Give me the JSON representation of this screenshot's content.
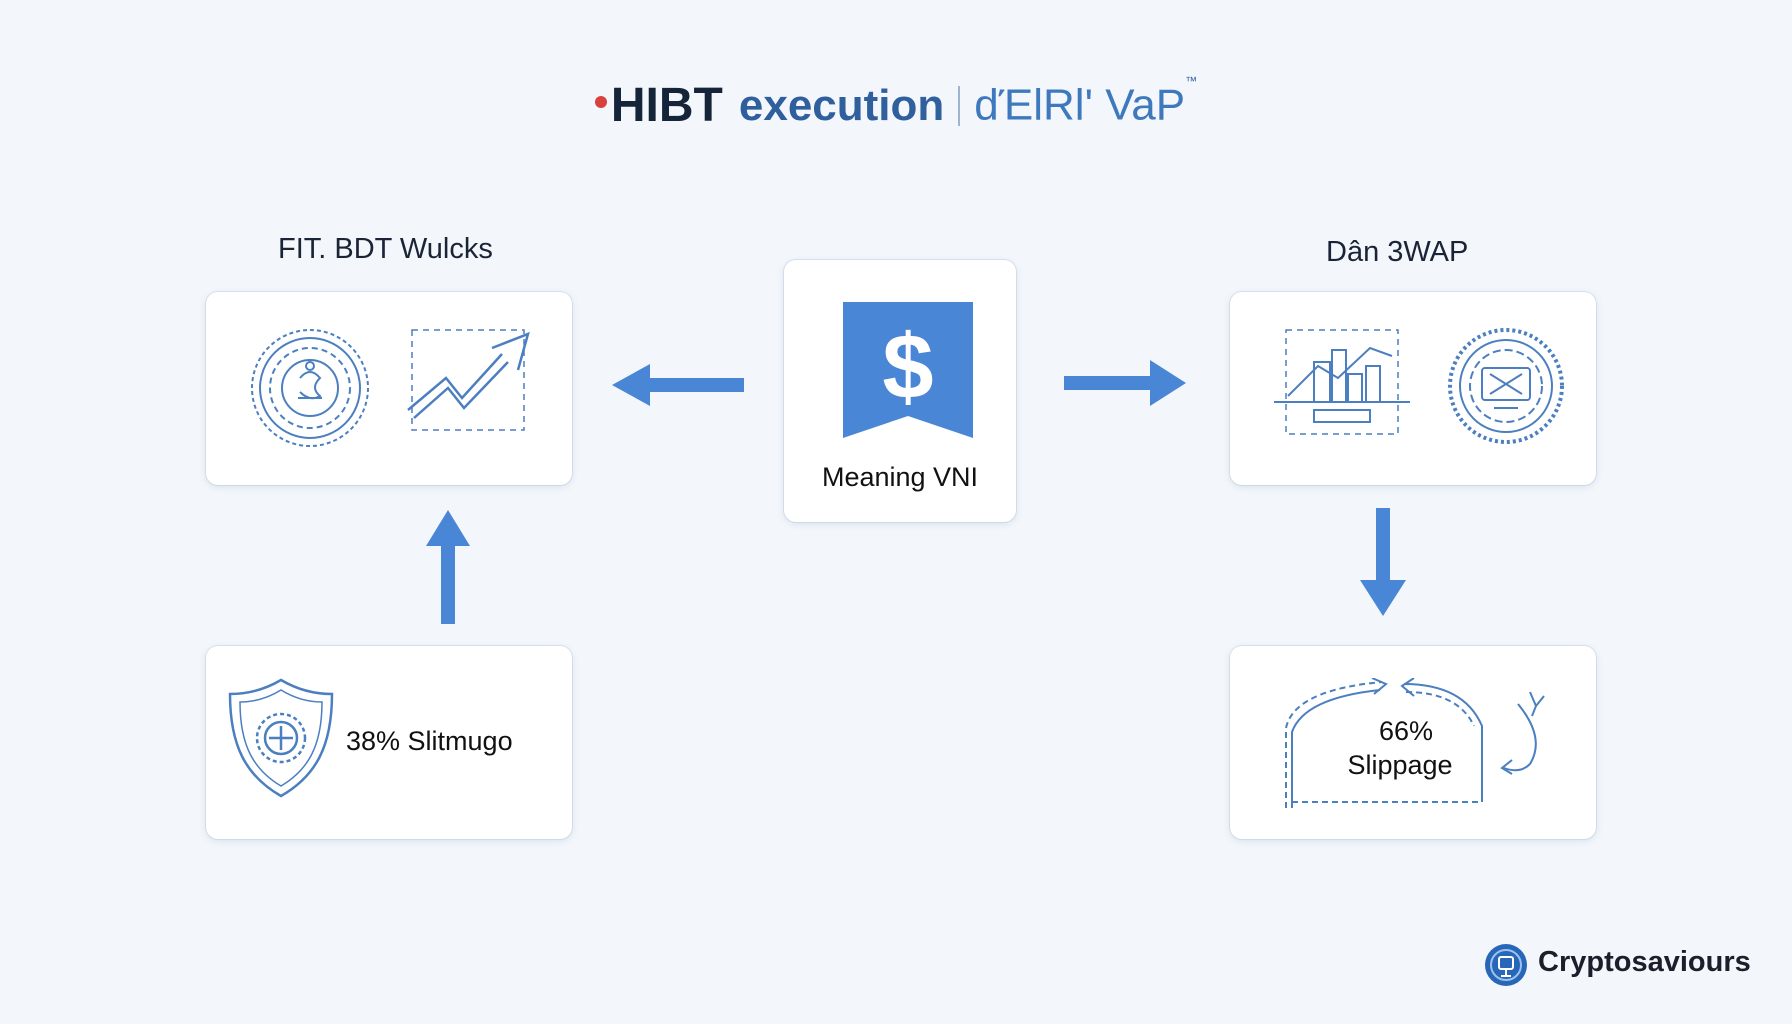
{
  "header": {
    "brand": "HIBT",
    "execution": "execution",
    "vwap": "dΈlRl' VaP",
    "trademark": "™"
  },
  "nodes": {
    "left_top": {
      "label": "FIT. BDT Wulcks"
    },
    "center": {
      "label": "Meaning VNI",
      "icon": "dollar-bookmark-icon"
    },
    "right_top": {
      "label": "Dân 3WAP"
    },
    "left_bottom": {
      "text": "38% Slitmugo"
    },
    "right_bottom": {
      "value": "66%",
      "text": "Slippage"
    }
  },
  "footer": {
    "brand": "Cryptosaviours"
  },
  "colors": {
    "accent": "#4a86d6",
    "icon_line": "#4b7fc0",
    "title_dark": "#16243a",
    "title_blue": "#2f5f9c"
  }
}
